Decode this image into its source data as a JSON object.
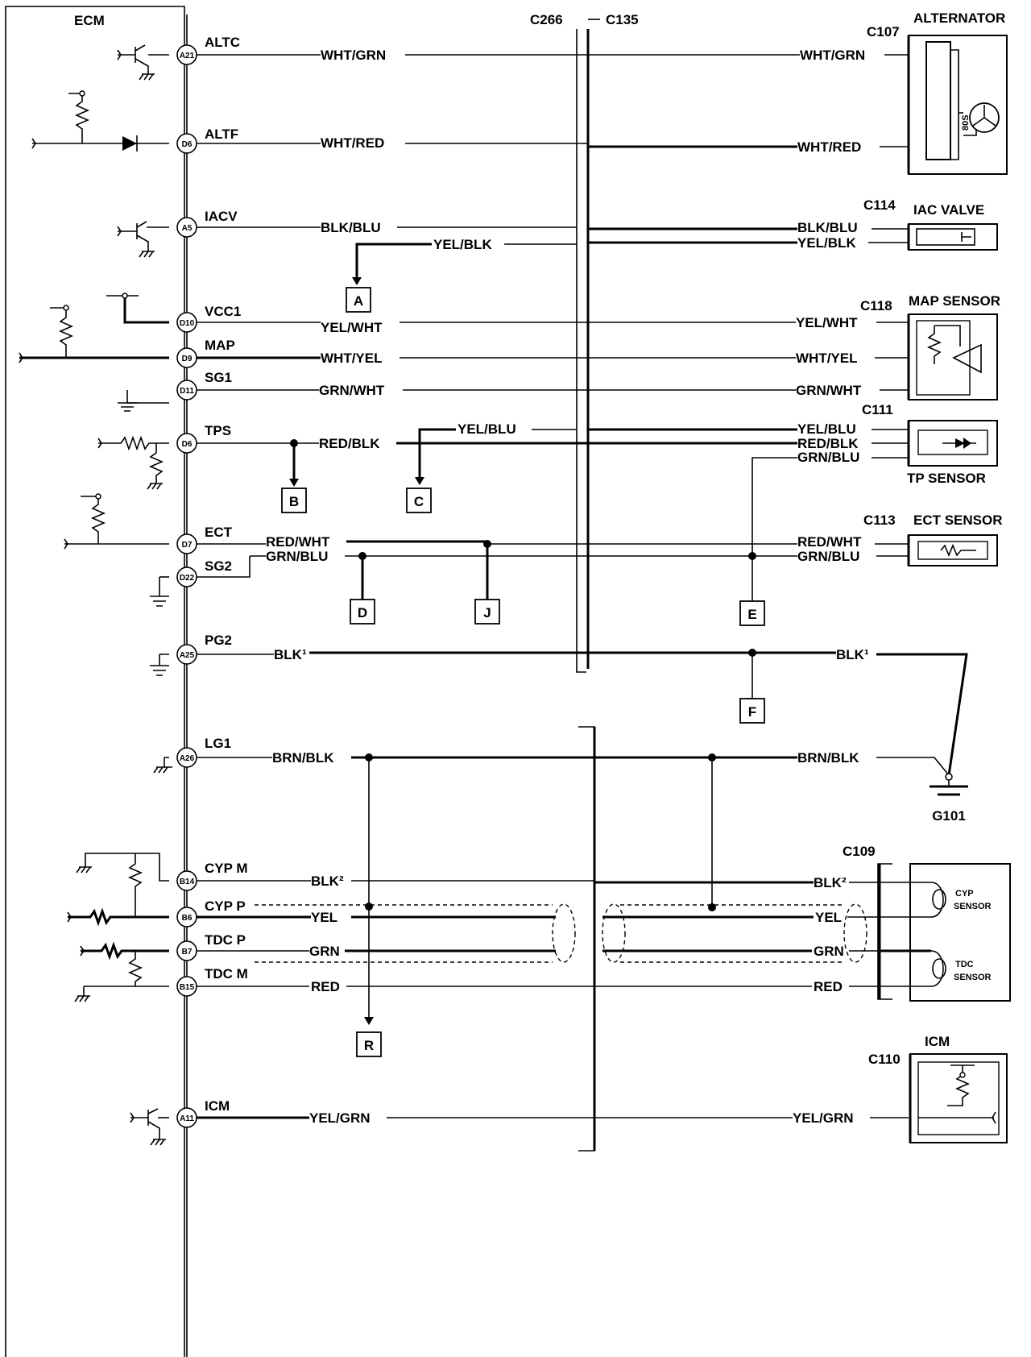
{
  "ecm_label": "ECM",
  "connectors": {
    "c266": "C266",
    "c135": "C135",
    "c107": "C107",
    "c114": "C114",
    "c118": "C118",
    "c111": "C111",
    "c113": "C113",
    "c109": "C109",
    "c110": "C110"
  },
  "components": {
    "alternator": "ALTERNATOR",
    "iac_valve": "IAC VALVE",
    "map_sensor": "MAP SENSOR",
    "tp_sensor": "TP SENSOR",
    "ect_sensor": "ECT SENSOR",
    "cyp_sensor_1": "CYP",
    "cyp_sensor_2": "SENSOR",
    "tdc_sensor_1": "TDC",
    "tdc_sensor_2": "SENSOR",
    "icm": "ICM",
    "ground": "G101"
  },
  "pins": {
    "altc": "A21",
    "altf": "D6",
    "iacv": "A5",
    "vcc1": "D10",
    "map": "D9",
    "sg1": "D11",
    "tps": "D6",
    "ect": "D7",
    "sg2": "D22",
    "pg2": "A25",
    "lg1": "A26",
    "cypm": "B14",
    "cypp": "B6",
    "tdcp": "B7",
    "tdcm": "B15",
    "icm": "A11"
  },
  "signals": {
    "altc": "ALTC",
    "altf": "ALTF",
    "iacv": "IACV",
    "vcc1": "VCC1",
    "map": "MAP",
    "sg1": "SG1",
    "tps": "TPS",
    "ect": "ECT",
    "sg2": "SG2",
    "pg2": "PG2",
    "lg1": "LG1",
    "cypm": "CYP M",
    "cypp": "CYP P",
    "tdcp": "TDC P",
    "tdcm": "TDC M",
    "icm": "ICM"
  },
  "wires": {
    "wht_grn": "WHT/GRN",
    "wht_red": "WHT/RED",
    "blk_blu": "BLK/BLU",
    "yel_blk": "YEL/BLK",
    "yel_wht": "YEL/WHT",
    "wht_yel": "WHT/YEL",
    "grn_wht": "GRN/WHT",
    "red_blk": "RED/BLK",
    "yel_blu": "YEL/BLU",
    "grn_blu": "GRN/BLU",
    "red_wht": "RED/WHT",
    "blk1": "BLK¹",
    "brn_blk": "BRN/BLK",
    "blk2": "BLK²",
    "yel": "YEL",
    "grn": "GRN",
    "red": "RED",
    "yel_grn": "YEL/GRN"
  },
  "refs": {
    "a": "A",
    "b": "B",
    "c": "C",
    "d": "D",
    "e": "E",
    "f": "F",
    "j": "J",
    "r": "R"
  },
  "alt_inner": "80S"
}
